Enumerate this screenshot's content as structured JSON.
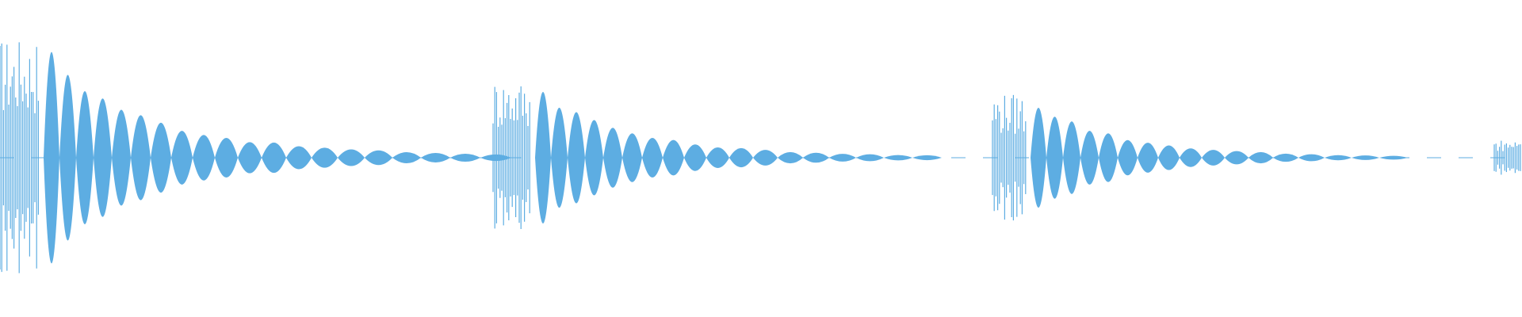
{
  "waveform": {
    "color": "#5DADE2",
    "background": "#ffffff",
    "bursts": [
      {
        "peak_amplitude": 1.0,
        "lobes": 20
      },
      {
        "peak_amplitude": 0.66,
        "lobes": 18
      },
      {
        "peak_amplitude": 0.53,
        "lobes": 17
      },
      {
        "peak_amplitude": 0.15,
        "lobes": 3
      }
    ]
  }
}
